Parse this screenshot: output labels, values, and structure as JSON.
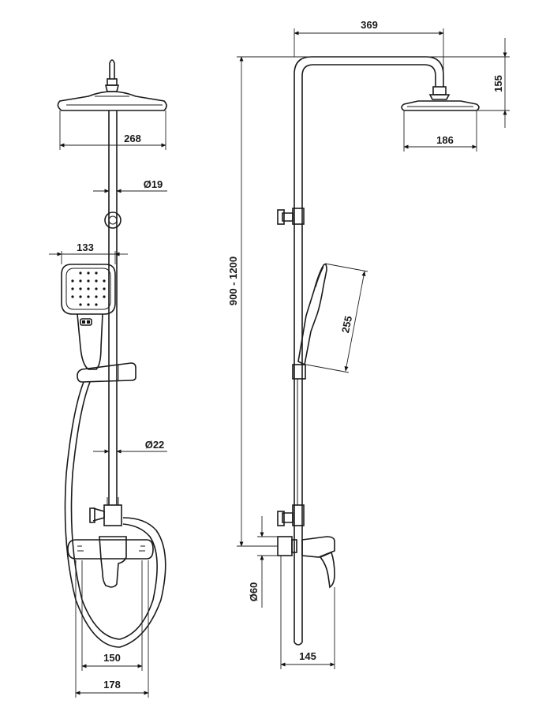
{
  "front_view": {
    "head_width": "268",
    "pipe_upper_diameter": "Ø19",
    "hand_shower_width": "133",
    "pipe_lower_diameter": "Ø22",
    "mixer_center_spacing": "150",
    "mixer_overall_width": "178"
  },
  "side_view": {
    "arm_reach": "369",
    "head_drop": "155",
    "head_depth": "186",
    "hand_shower_length": "255",
    "height_range": "900 - 1200",
    "connector_diameter": "Ø60",
    "wall_offset": "145"
  }
}
